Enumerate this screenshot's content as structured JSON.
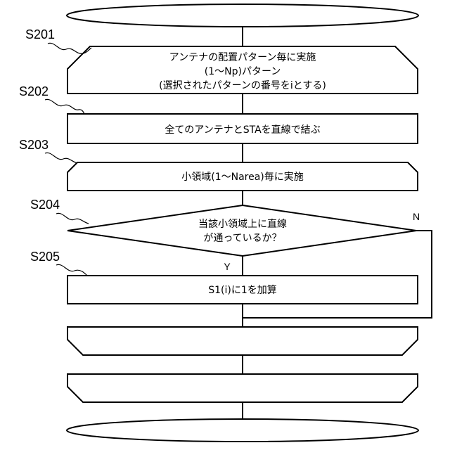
{
  "steps": {
    "s201": {
      "id": "S201",
      "lines": [
        "アンテナの配置パターン毎に実施",
        "(1～Np)パターン",
        "(選択されたパターンの番号をiとする)"
      ]
    },
    "s202": {
      "id": "S202",
      "text": "全てのアンテナとSTAを直線で結ぶ"
    },
    "s203": {
      "id": "S203",
      "text": "小領域(1～Narea)毎に実施"
    },
    "s204": {
      "id": "S204",
      "lines": [
        "当該小領域上に直線",
        "が通っているか？"
      ]
    },
    "s205": {
      "id": "S205",
      "text": "S1(i)に1を加算"
    }
  },
  "branches": {
    "yes": "Y",
    "no": "N"
  }
}
